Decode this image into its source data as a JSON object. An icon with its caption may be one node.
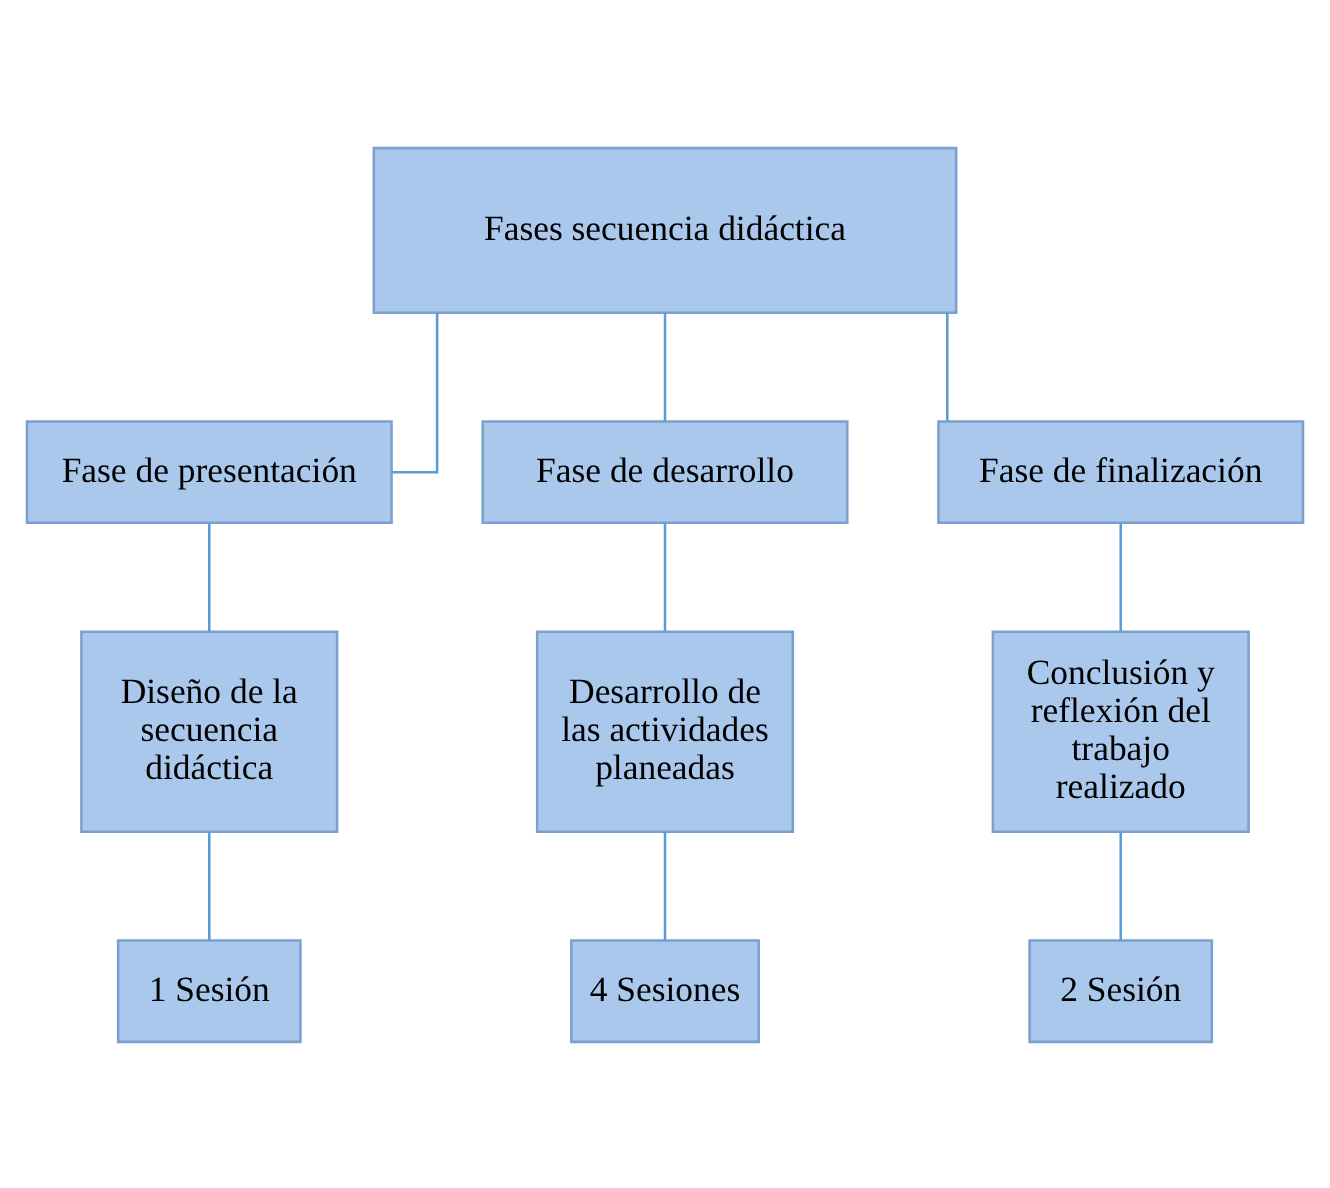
{
  "diagram": {
    "nodes": [
      {
        "text": [
          "Fases secuencia didáctica"
        ]
      },
      {
        "text": [
          "Fase de presentación"
        ]
      },
      {
        "text": [
          "Fase de desarrollo"
        ]
      },
      {
        "text": [
          "Fase de finalización"
        ]
      },
      {
        "text": [
          "Diseño de la secuencia didáctica"
        ]
      },
      {
        "text": [
          "Desarrollo de las actividades planeadas"
        ]
      },
      {
        "text": [
          "Conclusión y reflexión del trabajo realizado"
        ]
      },
      {
        "text": [
          "1 Sesión"
        ]
      },
      {
        "text": [
          "4 Sesiones"
        ]
      },
      {
        "text": [
          "2 Sesión"
        ]
      }
    ],
    "edges": [
      {
        "from": 0,
        "to": 1,
        "arrow": "none"
      },
      {
        "from": 0,
        "to": 2,
        "arrow": "none"
      },
      {
        "from": 0,
        "to": 3,
        "arrow": "none"
      },
      {
        "from": 1,
        "to": 4,
        "arrow": "none"
      },
      {
        "from": 2,
        "to": 5,
        "arrow": "none"
      },
      {
        "from": 3,
        "to": 6,
        "arrow": "none"
      },
      {
        "from": 4,
        "to": 7,
        "arrow": "none"
      },
      {
        "from": 5,
        "to": 8,
        "arrow": "none"
      },
      {
        "from": 6,
        "to": 9,
        "arrow": "none"
      }
    ]
  }
}
